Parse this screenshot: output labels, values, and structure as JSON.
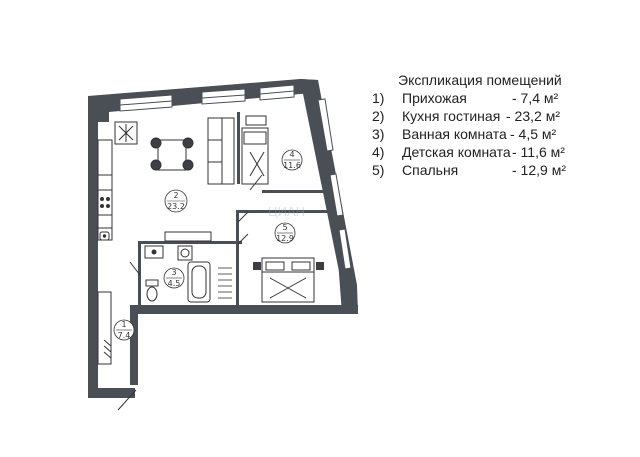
{
  "legend": {
    "title": "Экспликация помещений",
    "rows": [
      {
        "num": "1)",
        "name": "Прихожая",
        "area": "- 7,4 м²"
      },
      {
        "num": "2)",
        "name": "Кухня гостиная",
        "area": "- 23,2 м²"
      },
      {
        "num": "3)",
        "name": "Ванная комната",
        "area": "- 4,5 м²"
      },
      {
        "num": "4)",
        "name": "Детская комната",
        "area": "- 11,6 м²"
      },
      {
        "num": "5)",
        "name": "Спальня",
        "area": "- 12,9 м²"
      }
    ]
  },
  "rooms": [
    {
      "num": "1",
      "area": "7.4"
    },
    {
      "num": "2",
      "area": "23.2"
    },
    {
      "num": "3",
      "area": "4.5"
    },
    {
      "num": "4",
      "area": "11.6"
    },
    {
      "num": "5",
      "area": "12.9"
    }
  ],
  "watermark": "ЦИАН",
  "colors": {
    "wall": "#4a4e55",
    "window": "#ffffff",
    "fixture": "#3b3f46",
    "background": "#ffffff"
  }
}
